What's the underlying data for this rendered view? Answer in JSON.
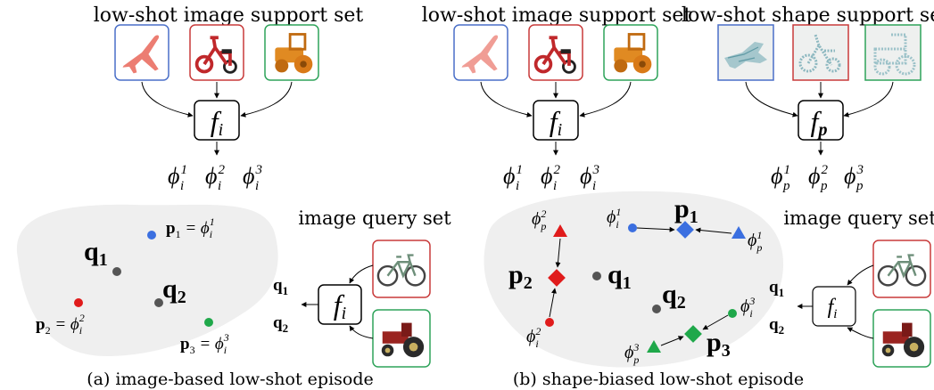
{
  "left_panel": {
    "support_title": "low-shot image support set",
    "encoder_symbol": "f",
    "encoder_subscript": "i",
    "embeddings": [
      {
        "base": "ϕ",
        "sub": "i",
        "sup": "1"
      },
      {
        "base": "ϕ",
        "sub": "i",
        "sup": "2"
      },
      {
        "base": "ϕ",
        "sub": "i",
        "sup": "3"
      }
    ],
    "query_title": "image query set",
    "prototypes": [
      {
        "label": "p",
        "index": "1",
        "eq": "= ϕ",
        "sub": "i",
        "sup": "1"
      },
      {
        "label": "p",
        "index": "2",
        "eq": "= ϕ",
        "sub": "i",
        "sup": "2"
      },
      {
        "label": "p",
        "index": "3",
        "eq": "= ϕ",
        "sub": "i",
        "sup": "3"
      }
    ],
    "queries": [
      {
        "label": "q",
        "index": "1"
      },
      {
        "label": "q",
        "index": "2"
      }
    ],
    "caption": "(a) image-based low-shot episode"
  },
  "right_panel": {
    "image_support_title": "low-shot image support set",
    "shape_support_title": "low-shot shape support set",
    "image_encoder": {
      "symbol": "f",
      "subscript": "i"
    },
    "shape_encoder": {
      "symbol": "f",
      "subscript": "p"
    },
    "image_embeddings": [
      {
        "base": "ϕ",
        "sub": "i",
        "sup": "1"
      },
      {
        "base": "ϕ",
        "sub": "i",
        "sup": "2"
      },
      {
        "base": "ϕ",
        "sub": "i",
        "sup": "3"
      }
    ],
    "shape_embeddings": [
      {
        "base": "ϕ",
        "sub": "p",
        "sup": "1"
      },
      {
        "base": "ϕ",
        "sub": "p",
        "sup": "2"
      },
      {
        "base": "ϕ",
        "sub": "p",
        "sup": "3"
      }
    ],
    "query_title": "image query set",
    "prototypes": [
      {
        "label": "p",
        "index": "1"
      },
      {
        "label": "p",
        "index": "2"
      },
      {
        "label": "p",
        "index": "3"
      }
    ],
    "queries": [
      {
        "label": "q",
        "index": "1"
      },
      {
        "label": "q",
        "index": "2"
      }
    ],
    "caption": "(b) shape-biased low-shot episode"
  },
  "colors": {
    "class1": "#3b6fe0",
    "class2": "#e01b1b",
    "class3": "#1fa84a",
    "border_blue": "#4a6fc8",
    "border_red": "#c83a3a",
    "border_green": "#2ea35a",
    "blob": "#efefef",
    "query_dot": "#555555"
  },
  "icons": [
    "airplane-icon",
    "tricycle-icon",
    "tractor-icon",
    "bicycle-icon",
    "point-cloud-icon"
  ]
}
